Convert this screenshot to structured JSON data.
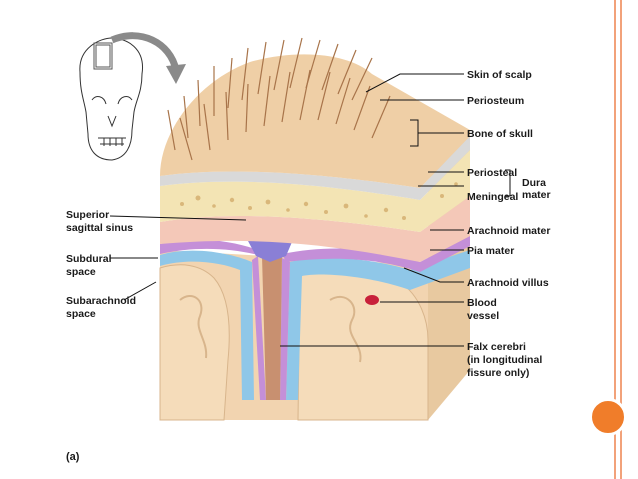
{
  "figure": {
    "panel_label": "(a)",
    "labels": {
      "skin_of_scalp": "Skin of scalp",
      "periosteum": "Periosteum",
      "bone_of_skull": "Bone of skull",
      "periosteal": "Periosteal",
      "meningeal": "Meningeal",
      "dura_line1": "Dura",
      "dura_line2": "mater",
      "arachnoid_mater": "Arachnoid mater",
      "pia_mater": "Pia mater",
      "arachnoid_villus": "Arachnoid villus",
      "blood_vessel_line1": "Blood",
      "blood_vessel_line2": "vessel",
      "falx_line1": "Falx cerebri",
      "falx_line2": "(in longitudinal",
      "falx_line3": "fissure only)",
      "superior_sinus_line1": "Superior",
      "superior_sinus_line2": "sagittal sinus",
      "subdural_line1": "Subdural",
      "subdural_line2": "space",
      "subarachnoid_line1": "Subarachnoid",
      "subarachnoid_line2": "space"
    }
  },
  "colors": {
    "frame_accent": "#f2a27a",
    "dot": "#f07d2a",
    "scalp": "#efcfa6",
    "hair": "#a8744a",
    "periosteum": "#d9d9d9",
    "bone": "#f3e4b4",
    "dura": "#f4c8b8",
    "arachnoid": "#c48fd8",
    "pia_subarachnoid": "#8fc7e8",
    "brain": "#f2d4b0",
    "sinus": "#8a7fd6",
    "vessel": "#c8203a"
  }
}
